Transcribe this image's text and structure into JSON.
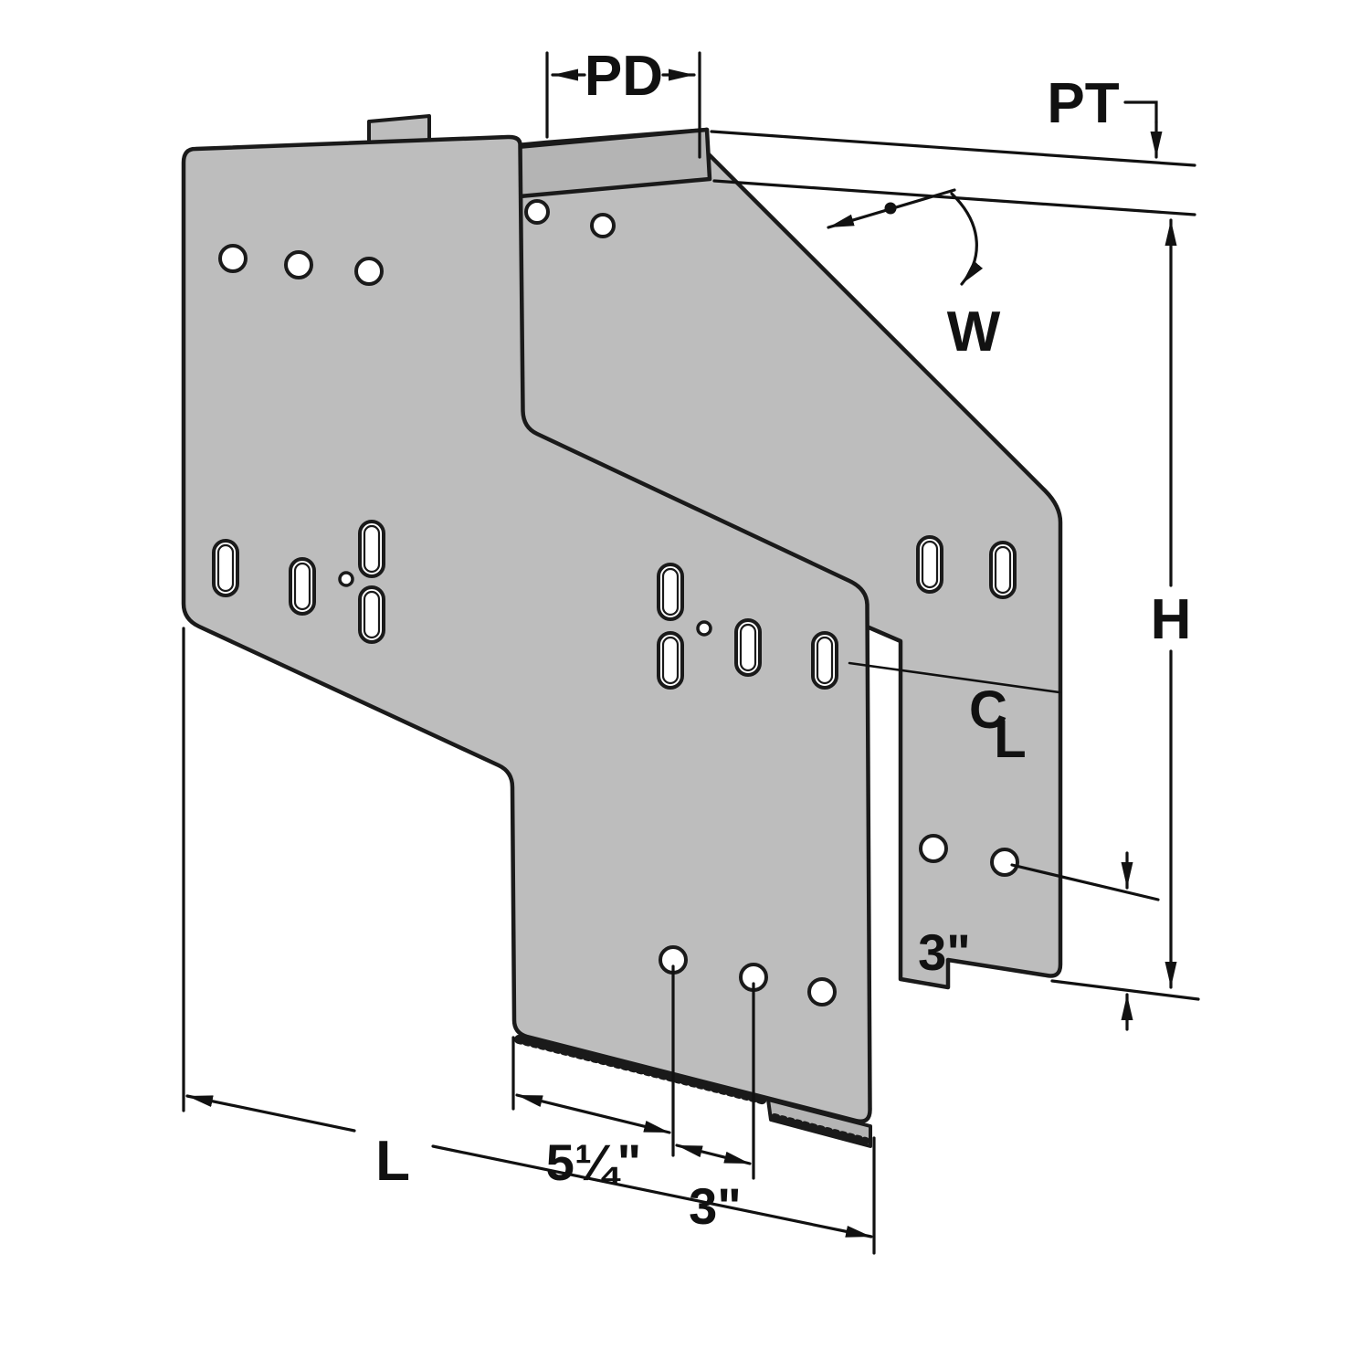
{
  "diagram": {
    "name": "offset-plate-connector-dimension-drawing",
    "background": "#ffffff",
    "part": {
      "fill": "#bdbdbd",
      "flange_top_fill": "#c6c6c6",
      "flange_face_fill": "#b4b4b4",
      "outline": "#1a1a1a"
    },
    "annotation_color": "#111111",
    "labels": {
      "pd": "PD",
      "pt": "PT",
      "w": "W",
      "h": "H",
      "cl_c": "C",
      "cl_l": "L",
      "right_offset": "3\"",
      "bottom_spacing_1": "5¼\"",
      "bottom_spacing_2": "3\"",
      "length": "L"
    }
  }
}
